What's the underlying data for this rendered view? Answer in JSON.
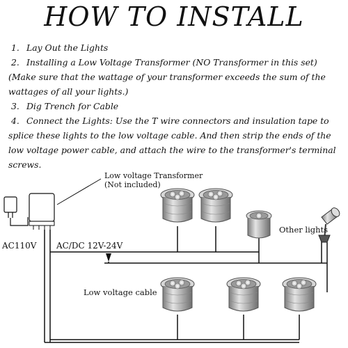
{
  "title": "HOW TO INSTALL",
  "steps": [
    {
      "num": "1.",
      "text": "Lay Out the Lights"
    },
    {
      "num": "2.",
      "text": "Installing a Low Voltage Transformer (NO Transformer in this set)"
    },
    {
      "num": "",
      "text": "(Make sure that the wattage of your transformer exceeds the sum of the"
    },
    {
      "num": "",
      "text": "wattages of all your lights.)"
    },
    {
      "num": "3.",
      "text": "Dig Trench for Cable"
    },
    {
      "num": "4.",
      "text": "Connect the Lights: Use the T wire connectors and insulation tape to"
    },
    {
      "num": "",
      "text": "splice these lights to the low voltage cable. And then strip the ends of the"
    },
    {
      "num": "",
      "text": "low voltage power cable, and attach the wire to the transformer's terminal"
    },
    {
      "num": "",
      "text": "screws."
    }
  ],
  "diagram": {
    "transformer_label_1": "Low voltage Transformer",
    "transformer_label_2": "(Not included)",
    "ac_label": "AC110V",
    "acdc_label": "AC/DC 12V-24V",
    "cable_label": "Low voltage cable",
    "other_lights_label": "Other lights"
  },
  "colors": {
    "line": "#111111",
    "metal": "#b9b9b9",
    "metal_dark": "#8a8a8a"
  }
}
